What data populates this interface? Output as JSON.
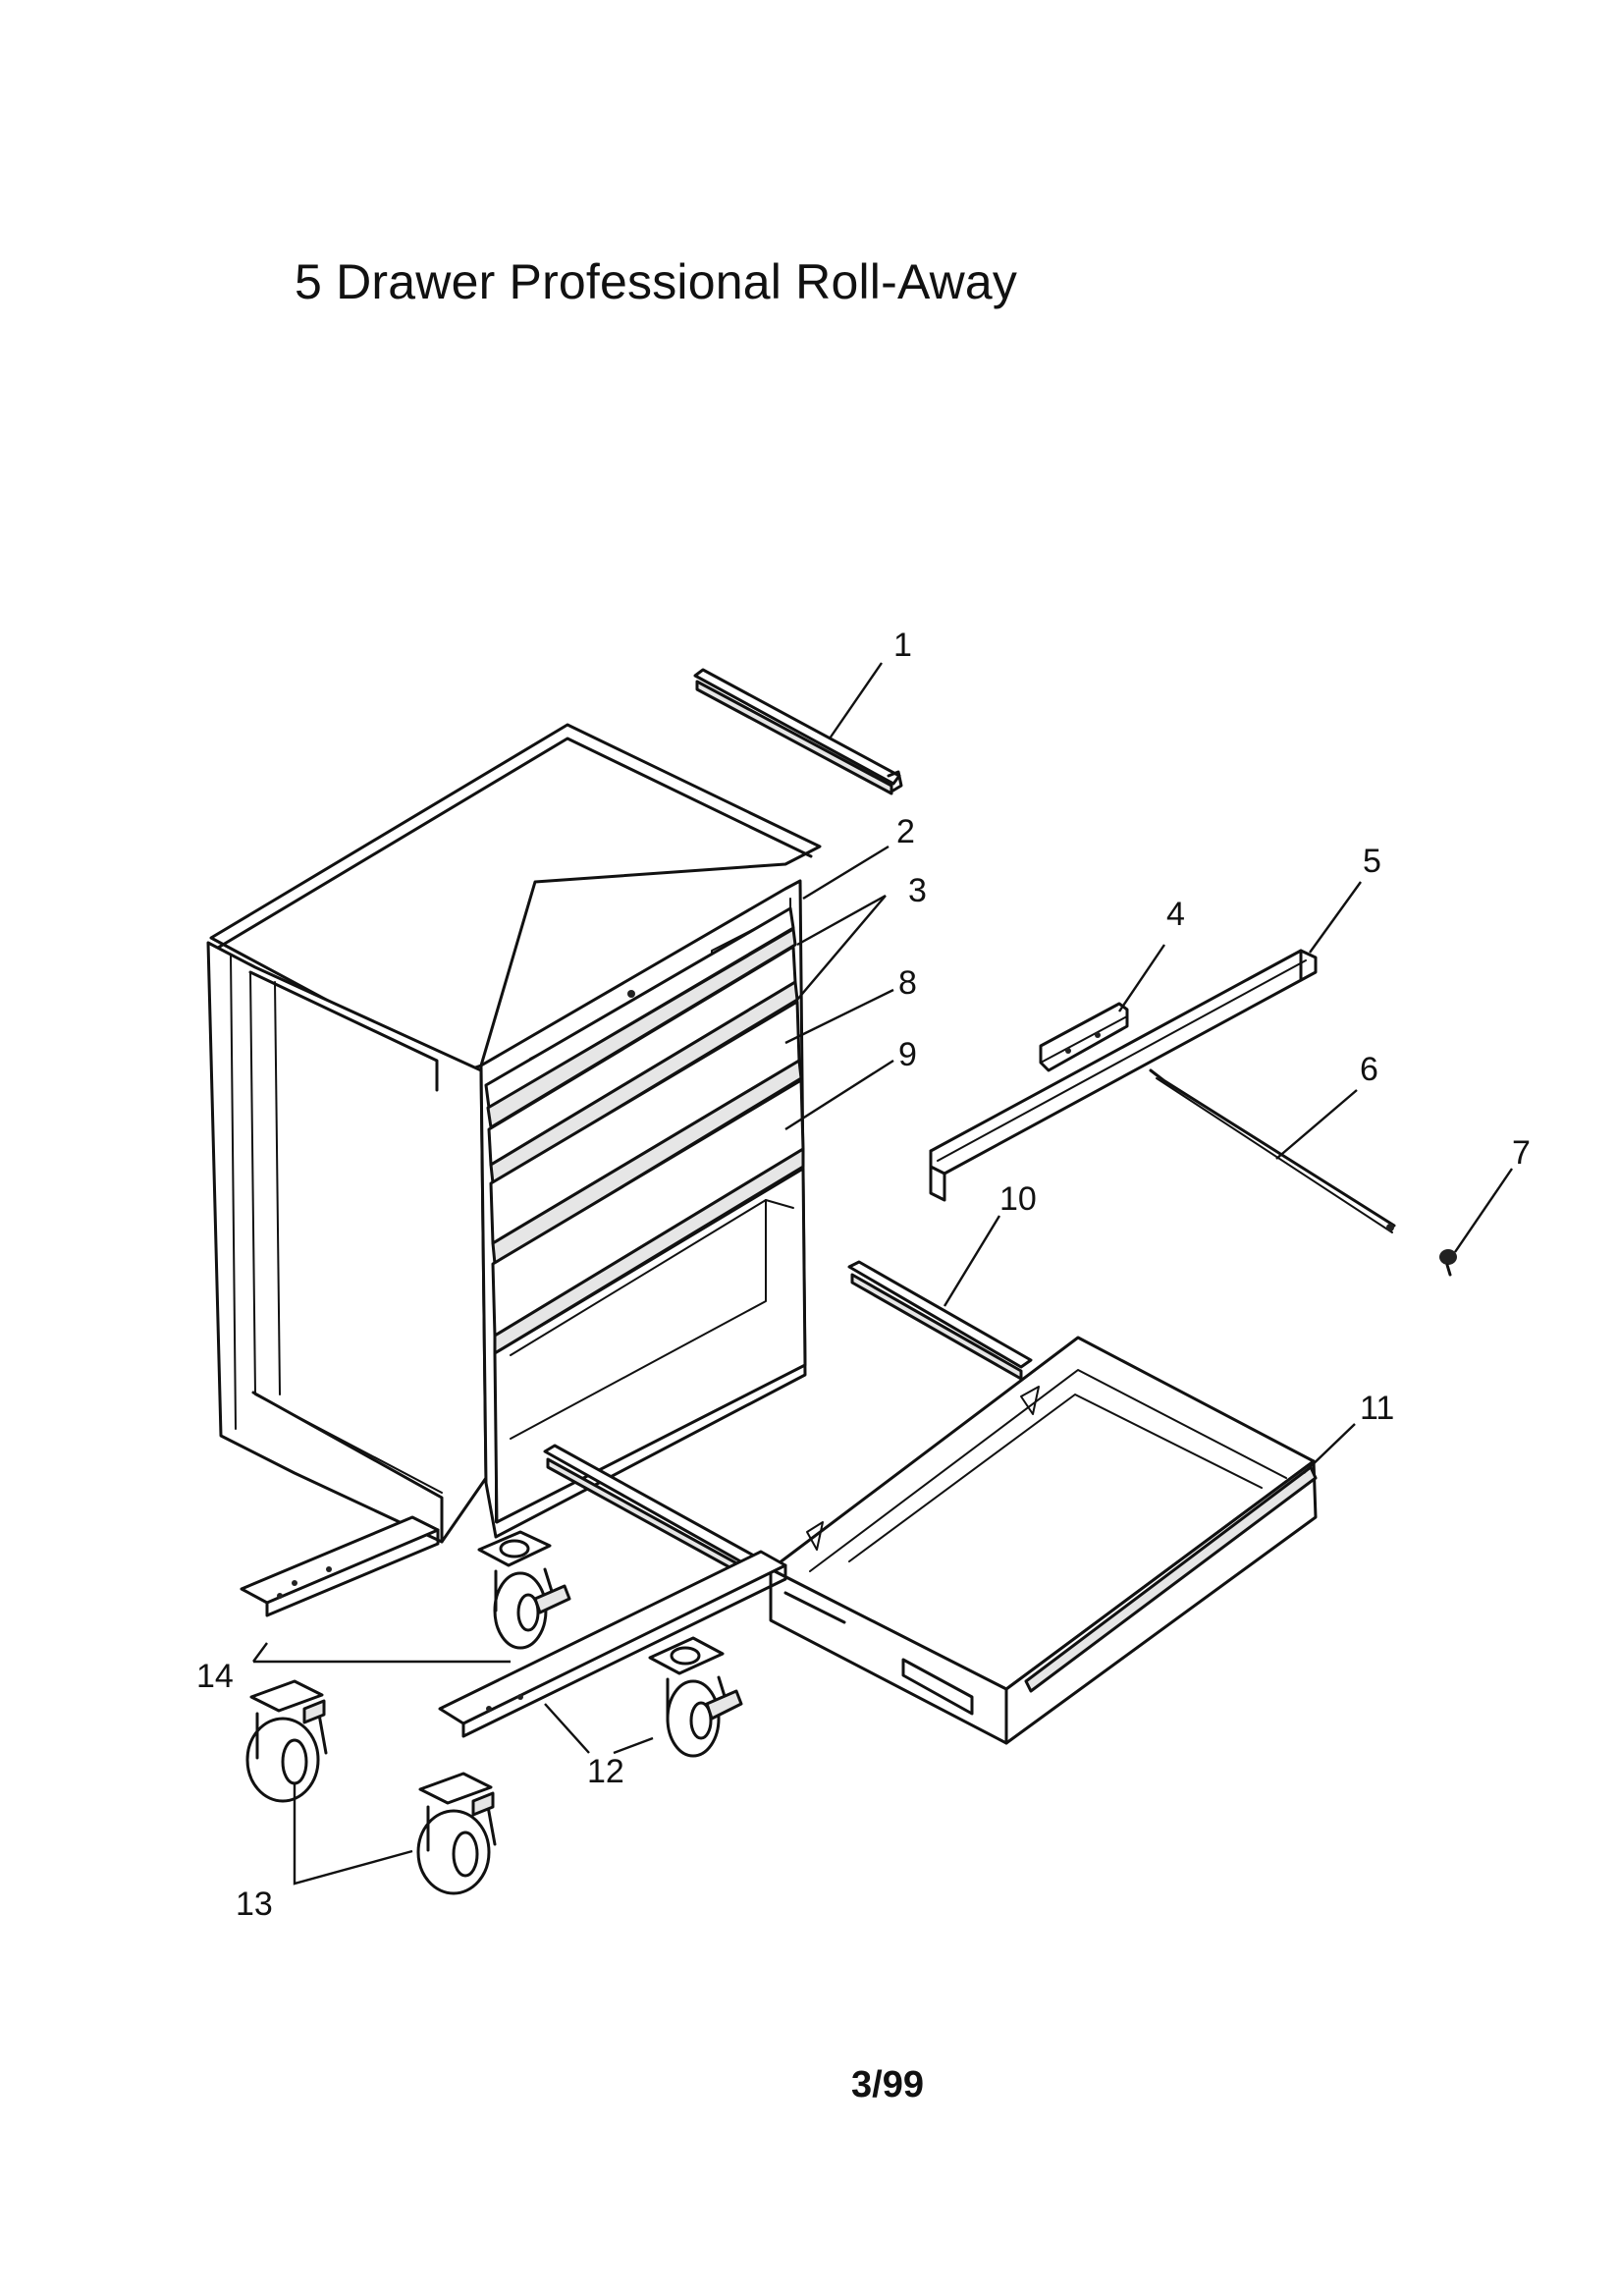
{
  "title": "5 Drawer Professional Roll-Away",
  "date_code": "3/99",
  "callouts": {
    "c1": "1",
    "c2": "2",
    "c3": "3",
    "c4": "4",
    "c5": "5",
    "c6": "6",
    "c7": "7",
    "c8": "8",
    "c9": "9",
    "c10": "10",
    "c11": "11",
    "c12": "12",
    "c13": "13",
    "c14": "14"
  }
}
